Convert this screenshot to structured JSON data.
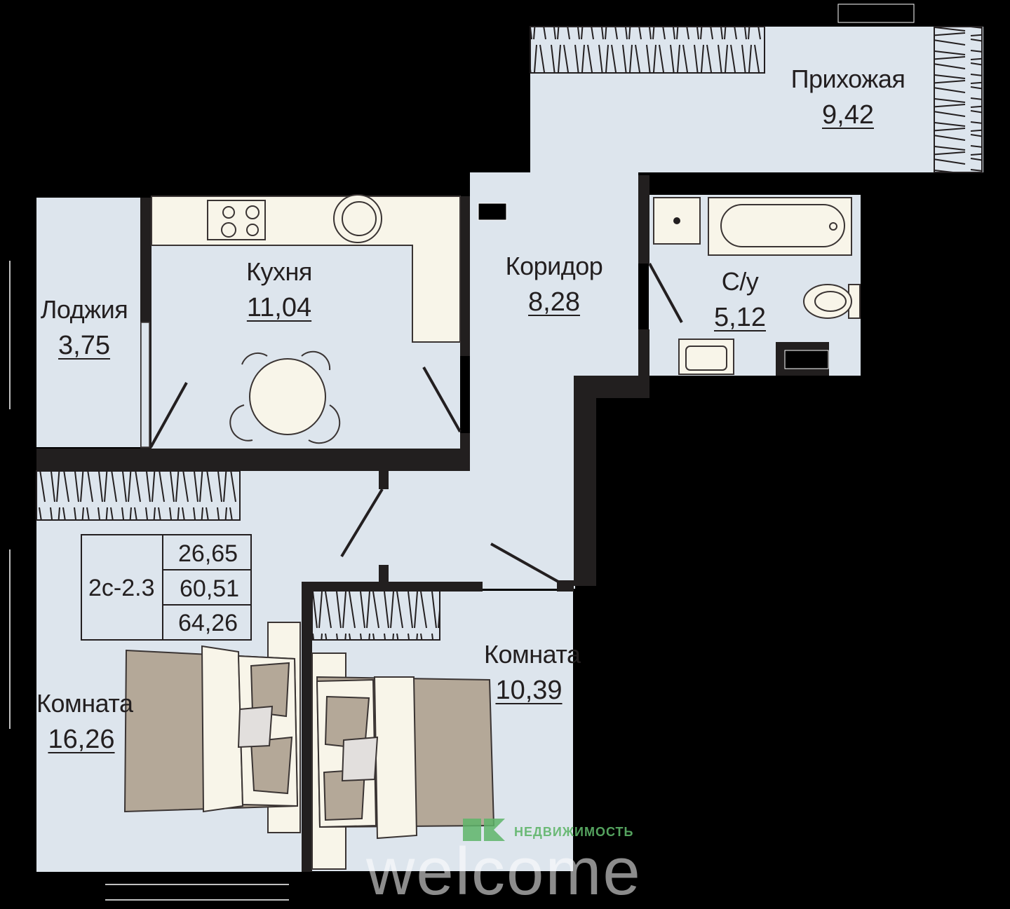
{
  "rooms": {
    "entrance": {
      "name": "Прихожая",
      "area": "9,42"
    },
    "corridor": {
      "name": "Коридор",
      "area": "8,28"
    },
    "bathroom": {
      "name": "С/у",
      "area": "5,12"
    },
    "kitchen": {
      "name": "Кухня",
      "area": "11,04"
    },
    "loggia": {
      "name": "Лоджия",
      "area": "3,75"
    },
    "room_large": {
      "name": "Комната",
      "area": "16,26"
    },
    "room_small": {
      "name": "Комната",
      "area": "10,39"
    }
  },
  "apartment": {
    "code": "2с-2.3",
    "living_area": "26,65",
    "area_without_loggia": "60,51",
    "total_area": "64,26"
  },
  "watermark": {
    "brand": "НЕДВИЖИМОСТЬ",
    "word": "welcome",
    "color": "#5fb56a"
  },
  "colors": {
    "floor": "#dde5ed",
    "wall": "#221f1f",
    "furniture": "#f8f5e9",
    "bedding": "#b4a898",
    "outline": "#3a3433"
  }
}
